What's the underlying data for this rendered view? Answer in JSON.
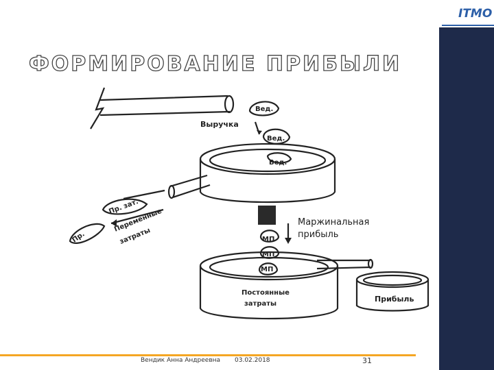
{
  "header": {
    "logo_text": "ITMO",
    "title": "ФОРМИРОВАНИЕ ПРИБЫЛИ"
  },
  "diagram": {
    "revenue_label": "Выручка",
    "drops_top": [
      "Вед.",
      "Вед.",
      "Вед."
    ],
    "variable_costs_label_1": "Переменные",
    "variable_costs_label_2": "затраты",
    "pr_zat_label": "Пр. зат.",
    "pr_label": "Пр.",
    "marginal_profit_line1": "Маржинальная",
    "marginal_profit_line2": "прибыль",
    "drops_mp": [
      "МП",
      "МП",
      "МП"
    ],
    "fixed_costs_line1": "Постоянные",
    "fixed_costs_line2": "затраты",
    "profit_label": "Прибыль"
  },
  "footer": {
    "author": "Вендик Анна Андреевна",
    "date": "03.02.2018",
    "page": "31"
  },
  "colors": {
    "side_panel": "#1e2a4a",
    "footer_rule": "#f5a623",
    "logo": "#2c5fa8"
  }
}
